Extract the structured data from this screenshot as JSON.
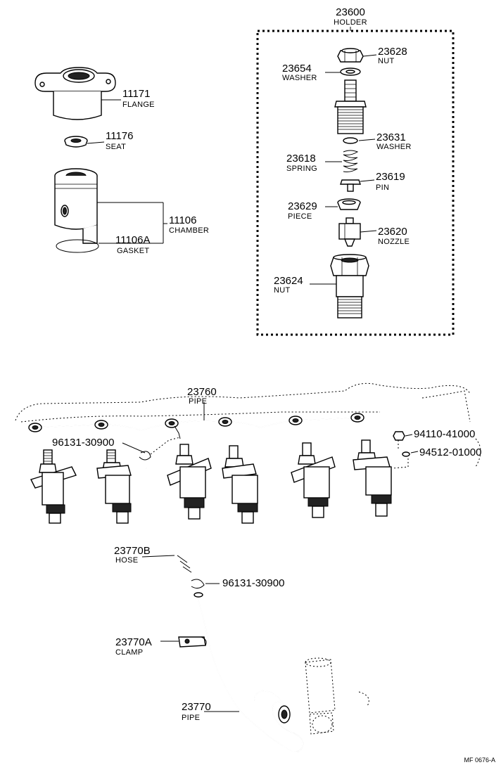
{
  "parts": {
    "holder_group": {
      "number": "23600",
      "label": "HOLDER"
    },
    "nut_top": {
      "number": "23628",
      "label": "NUT"
    },
    "washer_top": {
      "number": "23654",
      "label": "WASHER"
    },
    "washer_mid": {
      "number": "23631",
      "label": "WASHER"
    },
    "spring": {
      "number": "23618",
      "label": "SPRING"
    },
    "pin": {
      "number": "23619",
      "label": "PIN"
    },
    "piece": {
      "number": "23629",
      "label": "PIECE"
    },
    "nozzle": {
      "number": "23620",
      "label": "NOZZLE"
    },
    "nut_bottom": {
      "number": "23624",
      "label": "NUT"
    },
    "flange": {
      "number": "11171",
      "label": "FLANGE"
    },
    "seat": {
      "number": "11176",
      "label": "SEAT"
    },
    "chamber": {
      "number": "11106",
      "label": "CHAMBER"
    },
    "gasket": {
      "number": "11106A",
      "label": "GASKET"
    },
    "pipe_rail": {
      "number": "23760",
      "label": "PIPE"
    },
    "clip_top": {
      "number": "96131-30900"
    },
    "nut_small": {
      "number": "94110-41000"
    },
    "washer_small": {
      "number": "94512-01000"
    },
    "hose": {
      "number": "23770B",
      "label": "HOSE"
    },
    "clip_bottom": {
      "number": "96131-30900"
    },
    "clamp": {
      "number": "23770A",
      "label": "CLAMP"
    },
    "pipe_return": {
      "number": "23770",
      "label": "PIPE"
    }
  },
  "figure_ref": "MF 0676-A"
}
